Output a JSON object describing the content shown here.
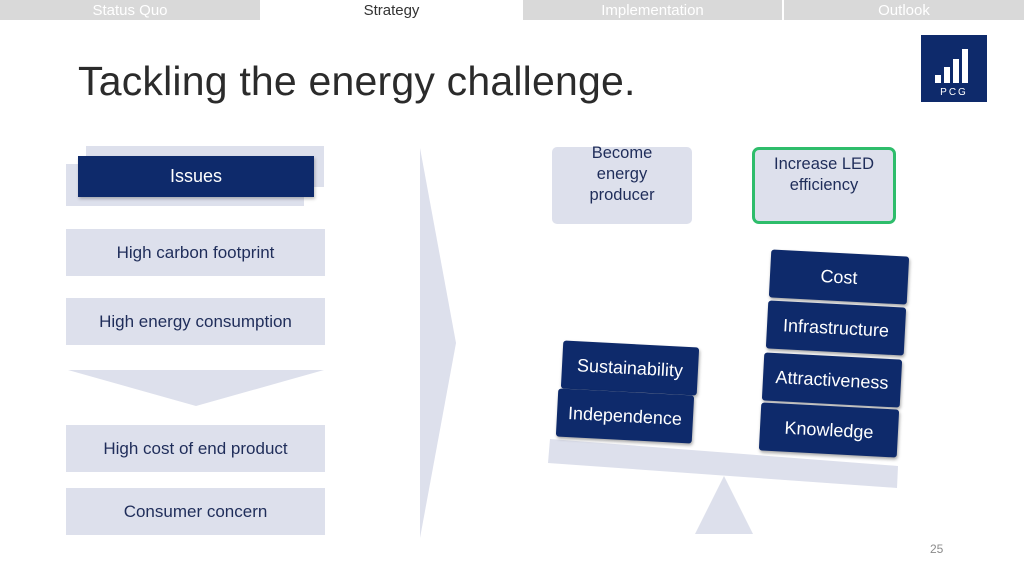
{
  "nav": {
    "tabs": [
      {
        "label": "Status Quo"
      },
      {
        "label": "Strategy"
      },
      {
        "label": "Implementation"
      },
      {
        "label": "Outlook"
      }
    ]
  },
  "title": "Tackling the energy challenge.",
  "logo": {
    "text": "PCG",
    "color": "#0e2a6b"
  },
  "issues": {
    "header": "Issues",
    "items": [
      "High carbon footprint",
      "High energy consumption",
      "High cost of end product",
      "Consumer concern"
    ]
  },
  "options": [
    {
      "label": "Become energy producer",
      "selected": false
    },
    {
      "label": "Increase LED efficiency",
      "selected": true
    }
  ],
  "scale": {
    "left": [
      "Sustainability",
      "Independence"
    ],
    "right": [
      "Cost",
      "Infrastructure",
      "Attractiveness",
      "Knowledge"
    ]
  },
  "page_number": "25",
  "colors": {
    "navy": "#0e2a6b",
    "light_box": "#dde0ec",
    "highlight": "#2ebd6b"
  }
}
